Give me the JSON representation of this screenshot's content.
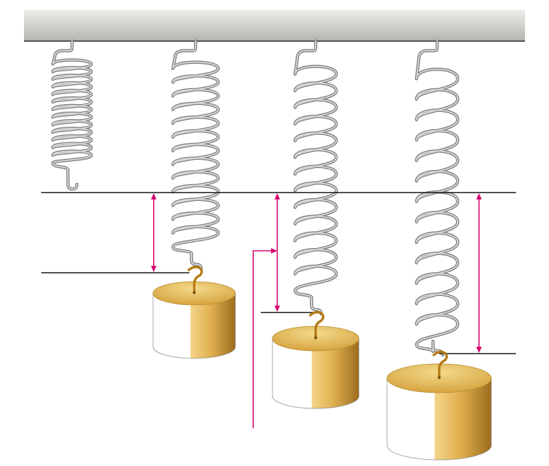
{
  "colors": {
    "ceiling_light": "#eeeeea",
    "ceiling_dark": "#b5b3ad",
    "ceiling_edge": "#222222",
    "spring_outer": "#7a7a7a",
    "spring_inner": "#d6d6d6",
    "reference_line": "#111111",
    "arrow": "#d6006e",
    "mass_top": "#d9a83f",
    "mass_top_light": "#f3d98a",
    "mass_side_light": "#ffffff",
    "mass_side_gold": "#e0b04e",
    "mass_side_dark": "#9c6c1f",
    "hook": "#b47b14"
  },
  "diagram": {
    "springs": [
      {
        "id": "spring-unloaded",
        "coils": 13,
        "load": "none"
      },
      {
        "id": "spring-load-1",
        "coils": 13,
        "load": "mass-1"
      },
      {
        "id": "spring-load-2",
        "coils": 13,
        "load": "mass-2"
      },
      {
        "id": "spring-load-3",
        "coils": 13,
        "load": "mass-3"
      }
    ],
    "masses": [
      {
        "id": "mass-1",
        "size": "small"
      },
      {
        "id": "mass-2",
        "size": "medium"
      },
      {
        "id": "mass-3",
        "size": "large"
      }
    ],
    "icons": {
      "spring": "coil-spring-icon",
      "mass": "hanging-mass-icon",
      "arrow": "double-headed-arrow-icon"
    }
  }
}
